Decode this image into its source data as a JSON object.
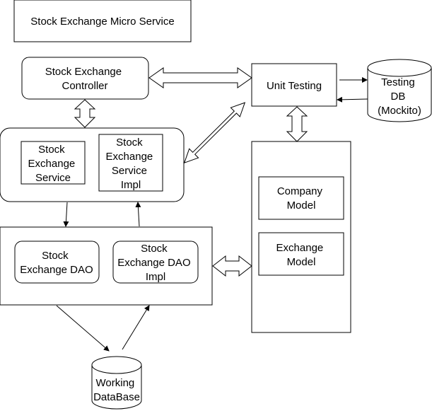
{
  "nodes": {
    "title": [
      "Stock Exchange Micro Service"
    ],
    "controller": [
      "Stock Exchange",
      "Controller"
    ],
    "unit_testing": [
      "Unit Testing"
    ],
    "testing_db": [
      "Testing",
      "DB",
      "(Mockito)"
    ],
    "service": [
      "Stock",
      "Exchange",
      "Service"
    ],
    "service_impl": [
      "Stock",
      "Exchange",
      "Service",
      "Impl"
    ],
    "company_model": [
      "Company",
      "Model"
    ],
    "exchange_model": [
      "Exchange",
      "Model"
    ],
    "dao": [
      "Stock",
      "Exchange DAO"
    ],
    "dao_impl": [
      "Stock",
      "Exchange DAO",
      "Impl"
    ],
    "working_db": [
      "Working",
      "DataBase"
    ]
  }
}
